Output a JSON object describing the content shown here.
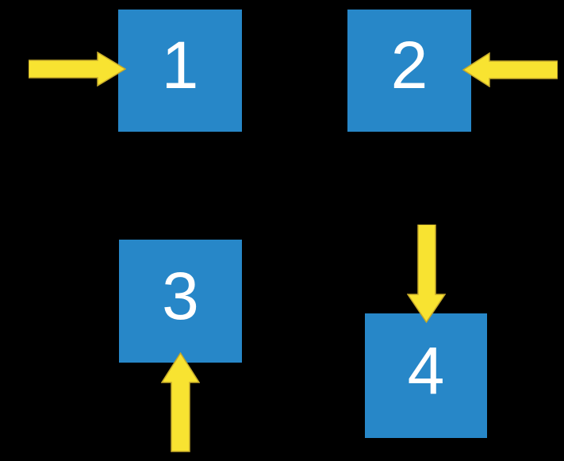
{
  "diagram": {
    "title": "numbered-squares-with-arrows",
    "background_color": "#000000",
    "square_color": "#2787C8",
    "label_color": "#FFFFFF",
    "arrow_color": "#F8E331",
    "arrow_outline_color": "#C5A92A",
    "squares": [
      {
        "label": "1",
        "arrow": "right-arrow-icon",
        "arrow_points_from": "left"
      },
      {
        "label": "2",
        "arrow": "left-arrow-icon",
        "arrow_points_from": "right"
      },
      {
        "label": "3",
        "arrow": "up-arrow-icon",
        "arrow_points_from": "below"
      },
      {
        "label": "4",
        "arrow": "down-arrow-icon",
        "arrow_points_from": "above"
      }
    ]
  }
}
